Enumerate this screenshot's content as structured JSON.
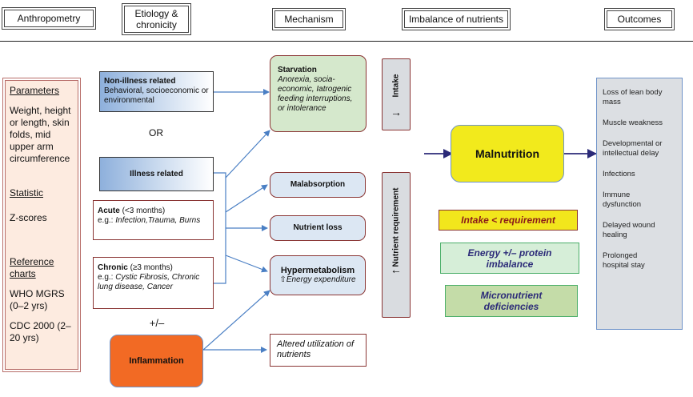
{
  "headers": [
    {
      "label": "Anthropometry"
    },
    {
      "label": "Etiology & chronicity"
    },
    {
      "label": "Mechanism"
    },
    {
      "label": "Imbalance of nutrients"
    },
    {
      "label": "Outcomes"
    }
  ],
  "anthropometry": {
    "parameters_heading": "Parameters",
    "parameters_text": "Weight, height or length, skin folds, mid upper arm circumference",
    "statistic_heading": "Statistic",
    "statistic_text": "Z-scores",
    "reference_heading": "Reference charts",
    "reference_items": [
      "WHO MGRS (0–2 yrs)",
      "CDC 2000 (2–20 yrs)"
    ]
  },
  "etiology": {
    "non_illness": {
      "title": "Non-illness related",
      "text": "Behavioral, socioeconomic or environmental"
    },
    "or_label": "OR",
    "illness": {
      "title": "Illness related"
    },
    "acute": {
      "title": "Acute",
      "range": "(<3 months)",
      "eg": "e.g.:",
      "examples": "Infection,Trauma, Burns"
    },
    "chronic": {
      "title": "Chronic",
      "range": "(≥3 months)",
      "eg": "e.g.:",
      "examples": "Cystic Fibrosis, Chronic lung disease, Cancer"
    },
    "plus_minus": "+/–",
    "inflammation": {
      "title": "Inflammation"
    }
  },
  "mechanism": {
    "starvation": {
      "title": "Starvation",
      "text": "Anorexia, socia-economic, Iatrogenic feeding interruptions, or intolerance"
    },
    "malabsorption": {
      "title": "Malabsorption"
    },
    "nutrient_loss": {
      "title": "Nutrient loss"
    },
    "hypermetabolism": {
      "title": "Hypermetabolism",
      "arrow": "⇧",
      "text": "Energy expenditure"
    },
    "altered": {
      "text": "Altered utilization of nutrients"
    }
  },
  "sidebars": {
    "intake": {
      "label": "Intake",
      "arrow": "→"
    },
    "requirement": {
      "label": "Nutrient requirement",
      "arrow": "→"
    }
  },
  "imbalance": {
    "malnutrition": "Malnutrition",
    "items": [
      "Intake < requirement",
      "Energy +/– protein imbalance",
      "Micronutrient deficiencies"
    ]
  },
  "outcomes": {
    "items": [
      "Loss of lean body mass",
      "Muscle weakness",
      "Developmental or intellectual delay",
      "Infections",
      "Immune dysfunction",
      "Delayed wound healing",
      "Prolonged hospital stay"
    ]
  },
  "colors": {
    "connector": "#4a7fc4",
    "malnutrition_arrow": "#2b2a78",
    "malnutrition_fill": "#f2ea1c",
    "inflammation_fill": "#f26a24",
    "intake_req_fill": "#f2e61c",
    "energy_fill": "#d6eed8",
    "micro_fill": "#c4dca8"
  }
}
